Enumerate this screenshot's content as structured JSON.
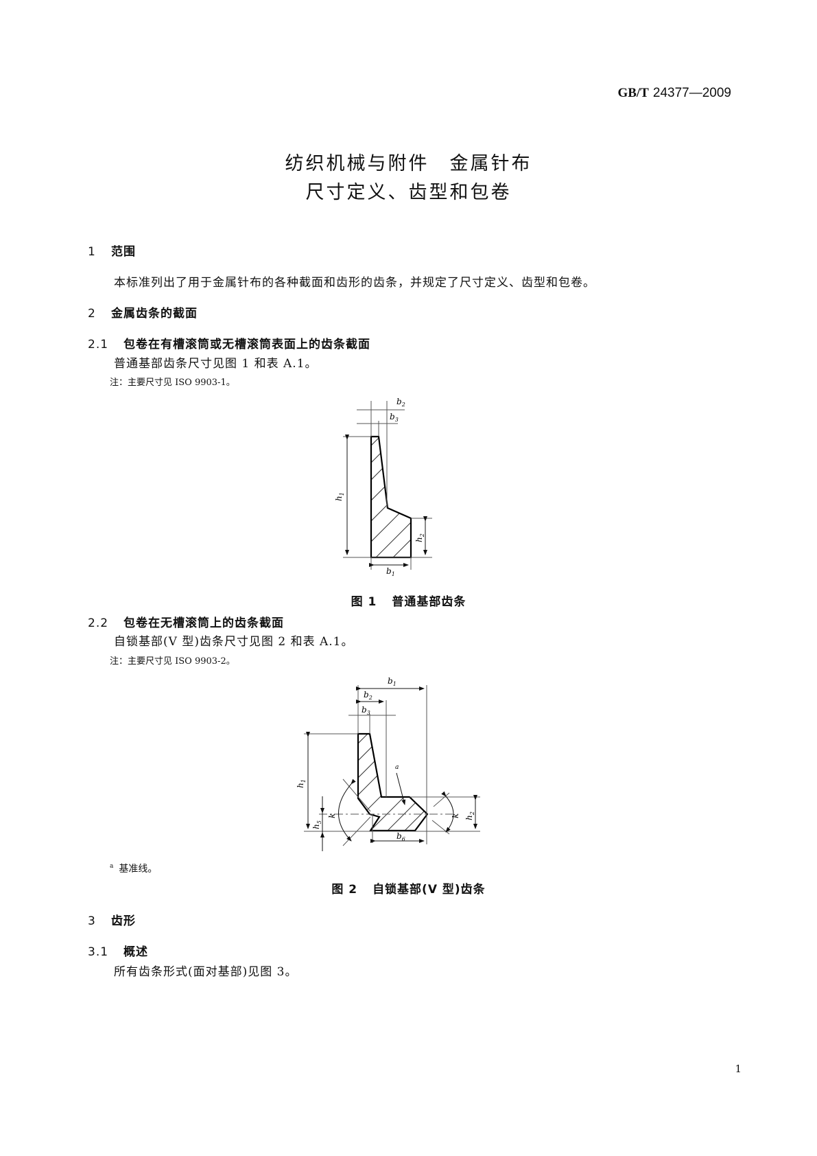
{
  "header": {
    "standard_prefix": "GB/T",
    "standard_number": "24377—2009"
  },
  "title": {
    "line1": "纺织机械与附件　金属针布",
    "line2": "尺寸定义、齿型和包卷"
  },
  "sections": [
    {
      "number": "1",
      "heading": "范围",
      "body": "本标准列出了用于金属针布的各种截面和齿形的齿条，并规定了尺寸定义、齿型和包卷。"
    },
    {
      "number": "2",
      "heading": "金属齿条的截面",
      "subsections": [
        {
          "number": "2.1",
          "heading": "包卷在有槽滚筒或无槽滚筒表面上的齿条截面",
          "body": "普通基部齿条尺寸见图 1 和表 A.1。",
          "note": "注：主要尺寸见 ISO 9903-1。",
          "figure": {
            "caption_number": "图 1",
            "caption_text": "普通基部齿条",
            "labels": {
              "b1": "b",
              "b1_sub": "1",
              "b2": "b",
              "b2_sub": "2",
              "b3": "b",
              "b3_sub": "3",
              "h1": "h",
              "h1_sub": "1",
              "h2": "h",
              "h2_sub": "2"
            }
          }
        },
        {
          "number": "2.2",
          "heading": "包卷在无槽滚筒上的齿条截面",
          "body": "自锁基部(V 型)齿条尺寸见图 2 和表 A.1。",
          "note": "注：主要尺寸见 ISO 9903-2。",
          "figure": {
            "caption_number": "图 2",
            "caption_text": "自锁基部(V 型)齿条",
            "labels": {
              "b1": "b",
              "b1_sub": "1",
              "b2": "b",
              "b2_sub": "2",
              "b3": "b",
              "b3_sub": "3",
              "b6": "b",
              "b6_sub": "6",
              "h1": "h",
              "h1_sub": "1",
              "h2": "h",
              "h2_sub": "2",
              "h5": "h",
              "h5_sub": "5",
              "k": "k",
              "a": "a"
            },
            "footnote_marker": "a",
            "footnote_text": "基准线。"
          }
        }
      ]
    },
    {
      "number": "3",
      "heading": "齿形",
      "subsections": [
        {
          "number": "3.1",
          "heading": "概述",
          "body": "所有齿条形式(面对基部)见图 3。"
        }
      ]
    }
  ],
  "footer": {
    "page_number": "1"
  }
}
